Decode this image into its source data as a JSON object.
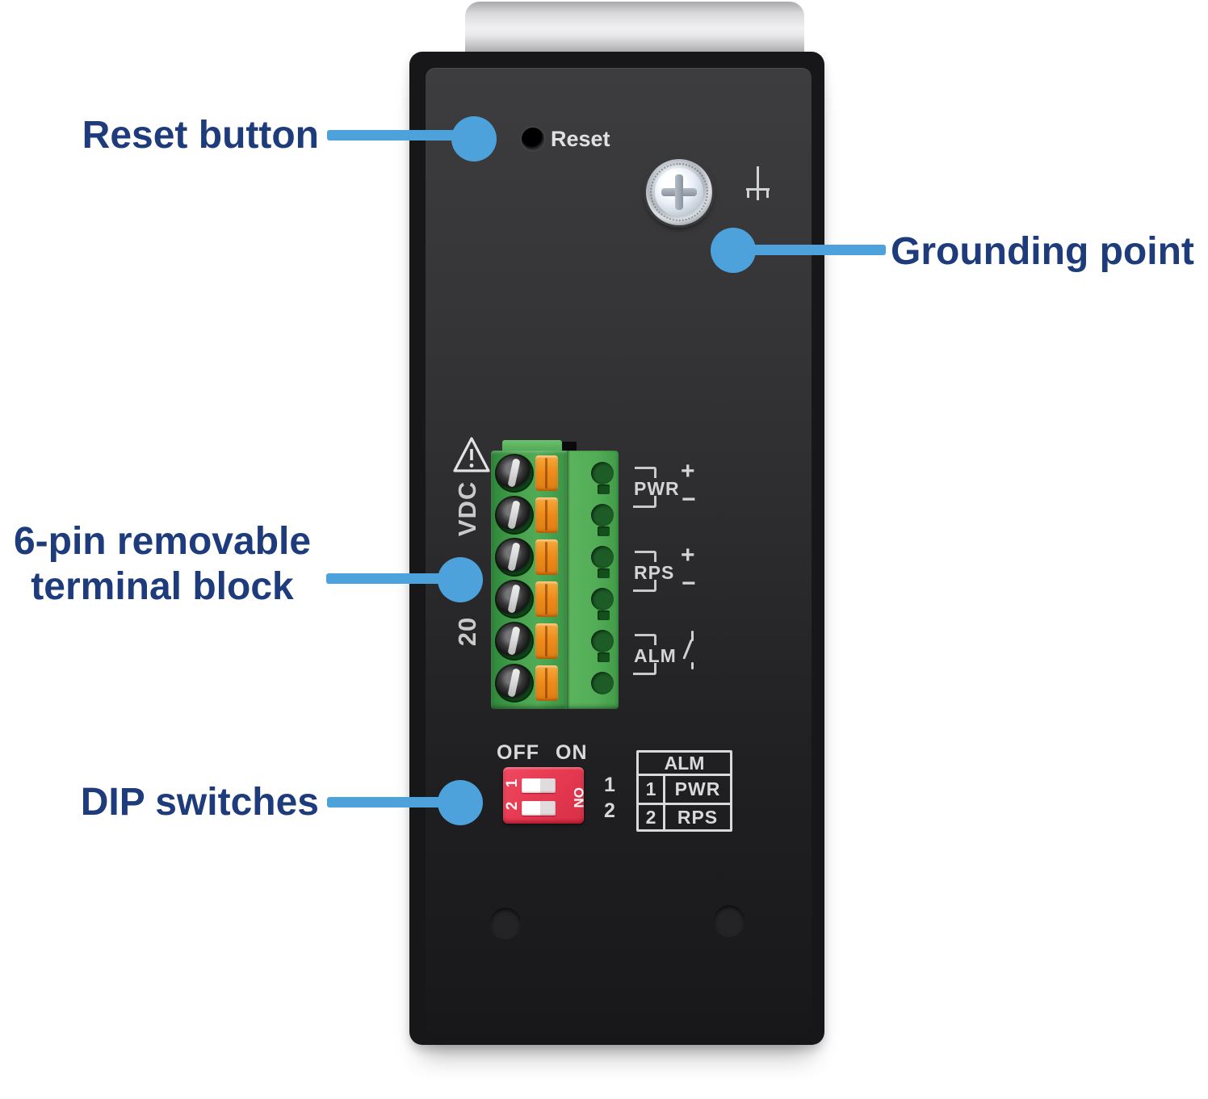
{
  "colors": {
    "callout_blue": "#4DA2DC",
    "label_navy": "#1E3B7C",
    "device_black": "#1b1b1d",
    "terminal_green": "#4aa24e",
    "clip_orange": "#ee8d1c",
    "dip_red": "#e63a52"
  },
  "callouts": {
    "reset": {
      "label": "Reset button"
    },
    "grounding": {
      "label": "Grounding point"
    },
    "terminal": {
      "label_line1": "6-pin removable",
      "label_line2": "terminal block"
    },
    "dip": {
      "label": "DIP switches"
    }
  },
  "device": {
    "reset_label": "Reset",
    "vdc_upper": "VDC",
    "vdc_lower": "20",
    "groups": {
      "pwr": "PWR",
      "rps": "RPS",
      "alm": "ALM",
      "plus": "+",
      "minus": "−"
    },
    "dip": {
      "off_label": "OFF",
      "on_label": "ON",
      "switch1": "1",
      "switch2": "2",
      "side_on": "ON",
      "num1": "1",
      "num2": "2"
    },
    "alm_table": {
      "header": "ALM",
      "rows": [
        {
          "num": "1",
          "label": "PWR"
        },
        {
          "num": "2",
          "label": "RPS"
        }
      ]
    }
  }
}
